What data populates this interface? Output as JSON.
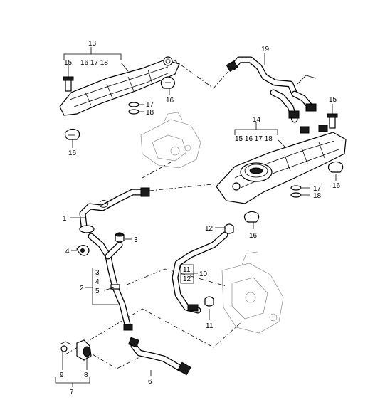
{
  "callouts": {
    "c13": "13",
    "c13_sub": "16 17 18",
    "c15a": "15",
    "c17a": "17",
    "c18a": "18",
    "c16a": "16",
    "c16b": "16",
    "c19": "19",
    "c15b": "15",
    "c14": "14",
    "c14_sub": "15 16 17 18",
    "c16c": "16",
    "c17b": "17",
    "c18b": "18",
    "c12a": "12",
    "c16d": "16",
    "c1": "1",
    "c3a": "3",
    "c4a": "4",
    "c2": "2",
    "c3b": "3",
    "c4b": "4",
    "c5": "5",
    "c11a": "11",
    "c12b": "12",
    "c10": "10",
    "c11b": "11",
    "c9": "9",
    "c8": "8",
    "c7": "7",
    "c6": "6"
  },
  "colors": {
    "line": "#000000",
    "background": "#ffffff",
    "shading": "#1a1a1a"
  }
}
